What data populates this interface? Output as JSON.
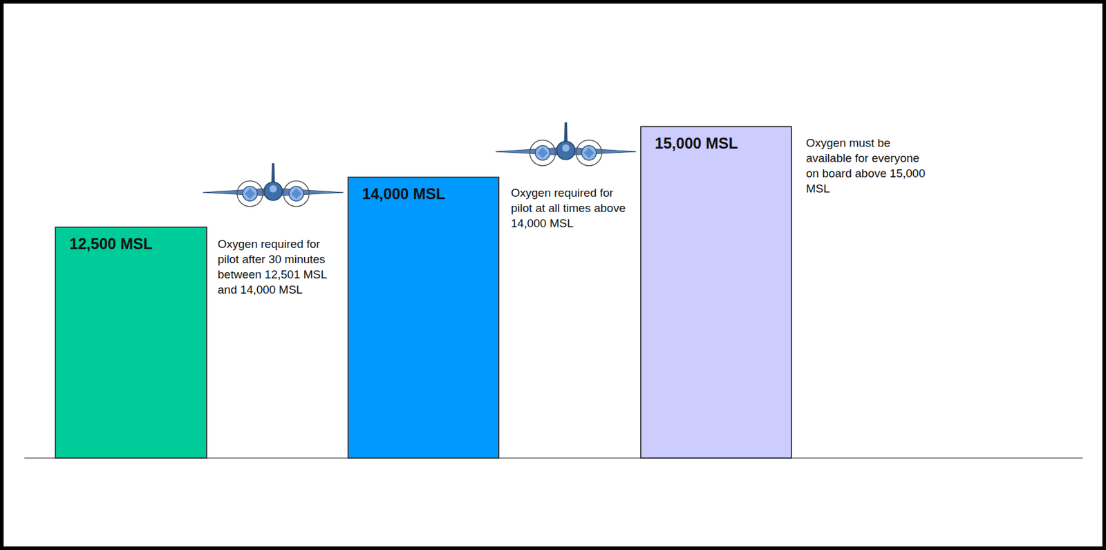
{
  "diagram": {
    "nodes": [
      {
        "text": [
          "12,500 MSL"
        ]
      },
      {
        "text": [
          "14,000 MSL"
        ]
      },
      {
        "text": [
          "15,000 MSL"
        ]
      }
    ],
    "labels": [
      "Oxygen required for pilot after 30 minutes between 12,501 MSL and 14,000 MSL",
      "Oxygen required for pilot at all times above 14,000 MSL",
      "Oxygen must be available for everyone on board above 15,000 MSL"
    ]
  }
}
